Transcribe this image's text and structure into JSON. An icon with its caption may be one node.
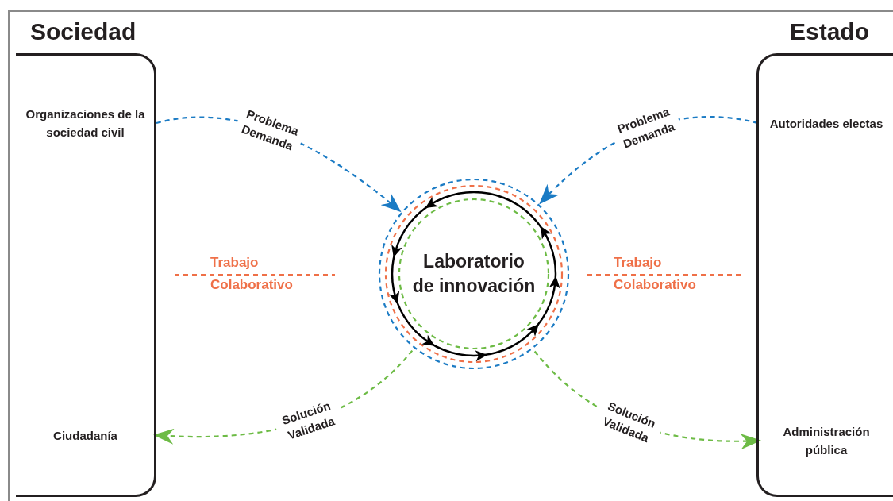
{
  "diagram": {
    "nodes": [
      {
        "text": [
          "Sociedad"
        ]
      },
      {
        "text": [
          "Organizaciones de la sociedad civil"
        ],
        "in": 0
      },
      {
        "text": [
          "Ciudadanía"
        ],
        "in": 0
      },
      {
        "text": [
          "Estado"
        ]
      },
      {
        "text": [
          "Autoridades electas"
        ],
        "in": 3
      },
      {
        "text": [
          "Administración pública"
        ],
        "in": 3
      },
      {
        "text": [
          "Laboratorio de innovación"
        ]
      }
    ],
    "edges": [
      {
        "from": 1,
        "to": 6,
        "arrow": "to",
        "label": "Problema Demanda",
        "style": "dashed",
        "color": "#1b7bc4"
      },
      {
        "from": 4,
        "to": 6,
        "arrow": "to",
        "label": "Problema Demanda",
        "style": "dashed",
        "color": "#1b7bc4"
      },
      {
        "from": 6,
        "to": 2,
        "arrow": "to",
        "label": "Solución Validada",
        "style": "dashed",
        "color": "#6dbb45"
      },
      {
        "from": 6,
        "to": 5,
        "arrow": "to",
        "label": "Solución Validada",
        "style": "dashed",
        "color": "#6dbb45"
      }
    ],
    "labels": [
      "Trabajo",
      "Colaborativo",
      "Trabajo",
      "Colaborativo"
    ]
  }
}
